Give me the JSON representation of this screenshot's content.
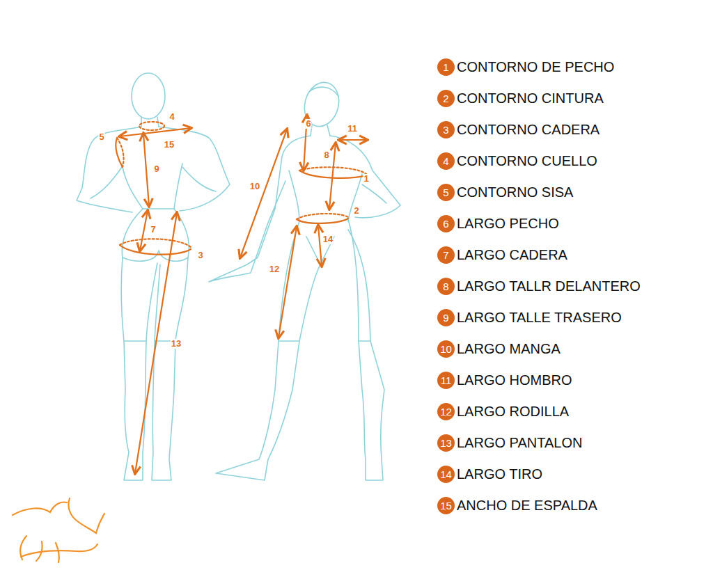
{
  "diagram": {
    "nodes": [
      {
        "text": [
          "1",
          "CONTORNO DE PECHO"
        ]
      },
      {
        "text": [
          "2",
          "CONTORNO CINTURA"
        ]
      },
      {
        "text": [
          "3",
          "CONTORNO CADERA"
        ]
      },
      {
        "text": [
          "4",
          "CONTORNO CUELLO"
        ]
      },
      {
        "text": [
          "5",
          "CONTORNO SISA"
        ]
      },
      {
        "text": [
          "6",
          "LARGO PECHO"
        ]
      },
      {
        "text": [
          "7",
          "LARGO CADERA"
        ]
      },
      {
        "text": [
          "8",
          "LARGO TALLR DELANTERO"
        ]
      },
      {
        "text": [
          "9",
          "LARGO TALLE TRASERO"
        ]
      },
      {
        "text": [
          "10",
          "LARGO MANGA"
        ]
      },
      {
        "text": [
          "11",
          "LARGO HOMBRO"
        ]
      },
      {
        "text": [
          "12",
          "LARGO RODILLA"
        ]
      },
      {
        "text": [
          "13",
          "LARGO PANTALON"
        ]
      },
      {
        "text": [
          "14",
          "LARGO TIRO"
        ]
      },
      {
        "text": [
          "15",
          "ANCHO DE ESPALDA"
        ]
      }
    ],
    "labels": [
      "4",
      "15",
      "5",
      "9",
      "7",
      "3",
      "13",
      "6",
      "11",
      "10",
      "8",
      "1",
      "2",
      "14",
      "12"
    ]
  }
}
